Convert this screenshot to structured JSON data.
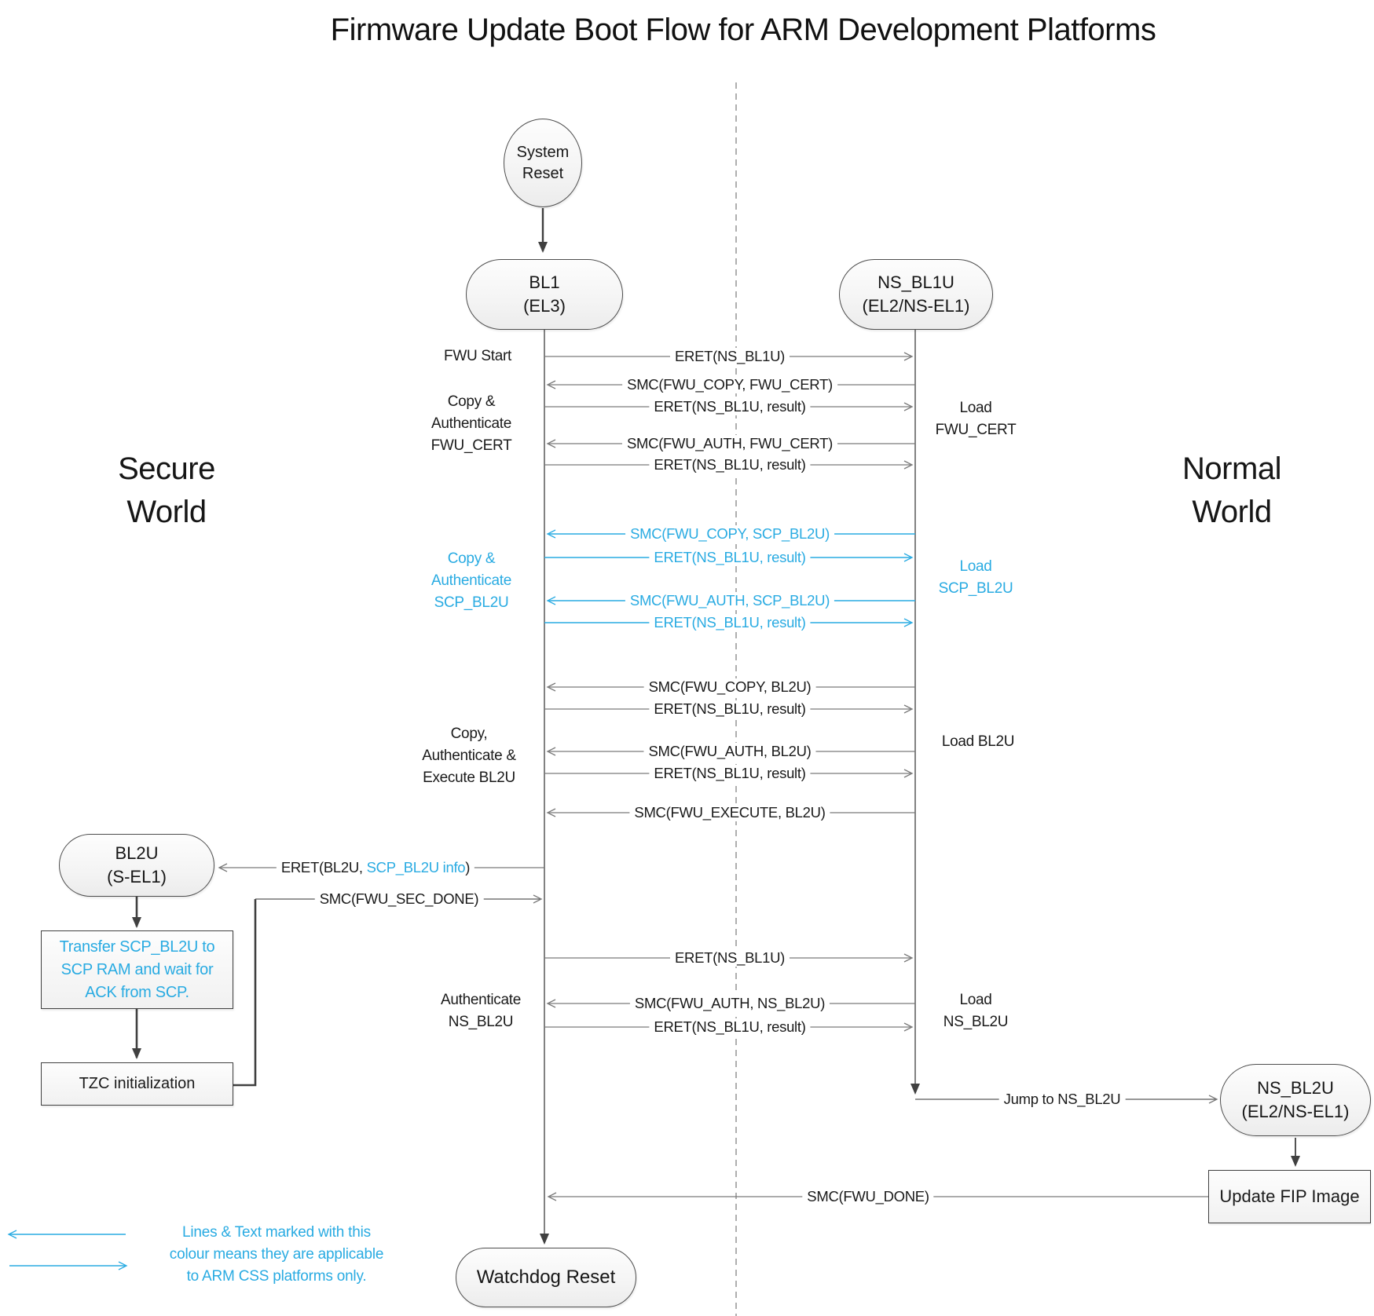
{
  "title": "Firmware Update Boot Flow for ARM Development Platforms",
  "worlds": {
    "secure_l1": "Secure",
    "secure_l2": "World",
    "normal_l1": "Normal",
    "normal_l2": "World"
  },
  "nodes": {
    "system_reset": {
      "line1": "System",
      "line2": "Reset"
    },
    "bl1": {
      "line1": "BL1",
      "line2": "(EL3)"
    },
    "ns_bl1u": {
      "line1": "NS_BL1U",
      "line2": "(EL2/NS-EL1)"
    },
    "bl2u": {
      "line1": "BL2U",
      "line2": "(S-EL1)"
    },
    "ns_bl2u": {
      "line1": "NS_BL2U",
      "line2": "(EL2/NS-EL1)"
    },
    "watchdog_reset": {
      "label": "Watchdog Reset"
    },
    "transfer_scp": {
      "l1": "Transfer SCP_BL2U to",
      "l2": "SCP RAM and wait for",
      "l3": "ACK from SCP."
    },
    "tzc_init": {
      "label": "TZC initialization"
    },
    "update_fip": {
      "label": "Update FIP Image"
    }
  },
  "messages": [
    {
      "label": "ERET(NS_BL1U)",
      "direction": "right",
      "arm_css_only": false
    },
    {
      "label": "SMC(FWU_COPY, FWU_CERT)",
      "direction": "left",
      "arm_css_only": false
    },
    {
      "label": "ERET(NS_BL1U, result)",
      "direction": "right",
      "arm_css_only": false
    },
    {
      "label": "SMC(FWU_AUTH, FWU_CERT)",
      "direction": "left",
      "arm_css_only": false
    },
    {
      "label": "ERET(NS_BL1U, result)",
      "direction": "right",
      "arm_css_only": false
    },
    {
      "label": "SMC(FWU_COPY, SCP_BL2U)",
      "direction": "left",
      "arm_css_only": true
    },
    {
      "label": "ERET(NS_BL1U, result)",
      "direction": "right",
      "arm_css_only": true
    },
    {
      "label": "SMC(FWU_AUTH, SCP_BL2U)",
      "direction": "left",
      "arm_css_only": true
    },
    {
      "label": "ERET(NS_BL1U, result)",
      "direction": "right",
      "arm_css_only": true
    },
    {
      "label": "SMC(FWU_COPY, BL2U)",
      "direction": "left",
      "arm_css_only": false
    },
    {
      "label": "ERET(NS_BL1U, result)",
      "direction": "right",
      "arm_css_only": false
    },
    {
      "label": "SMC(FWU_AUTH, BL2U)",
      "direction": "left",
      "arm_css_only": false
    },
    {
      "label": "ERET(NS_BL1U, result)",
      "direction": "right",
      "arm_css_only": false
    },
    {
      "label": "SMC(FWU_EXECUTE, BL2U)",
      "direction": "left",
      "arm_css_only": false
    },
    {
      "label": "ERET(NS_BL1U)",
      "direction": "right",
      "arm_css_only": false
    },
    {
      "label": "SMC(FWU_AUTH, NS_BL2U)",
      "direction": "left",
      "arm_css_only": false
    },
    {
      "label": "ERET(NS_BL1U, result)",
      "direction": "right",
      "arm_css_only": false
    }
  ],
  "side_labels": {
    "fwu_start": "FWU Start",
    "copy_auth_fwu_cert": {
      "l1": "Copy &",
      "l2": "Authenticate",
      "l3": "FWU_CERT"
    },
    "copy_auth_scp_bl2u": {
      "l1": "Copy &",
      "l2": "Authenticate",
      "l3": "SCP_BL2U"
    },
    "copy_auth_exec_bl2u": {
      "l1": "Copy,",
      "l2": "Authenticate &",
      "l3": "Execute BL2U"
    },
    "auth_ns_bl2u": {
      "l1": "Authenticate",
      "l2": "NS_BL2U"
    },
    "load_fwu_cert": {
      "l1": "Load",
      "l2": "FWU_CERT"
    },
    "load_scp_bl2u": {
      "l1": "Load",
      "l2": "SCP_BL2U"
    },
    "load_bl2u": "Load BL2U",
    "load_ns_bl2u": {
      "l1": "Load",
      "l2": "NS_BL2U"
    }
  },
  "flow_labels": {
    "eret_bl2u_pre": "ERET(BL2U, ",
    "eret_bl2u_blue": "SCP_BL2U info",
    "eret_bl2u_post": ")",
    "smc_fwu_sec_done": "SMC(FWU_SEC_DONE)",
    "jump_to_ns_bl2u": "Jump to NS_BL2U",
    "smc_fwu_done": "SMC(FWU_DONE)"
  },
  "legend": {
    "lines": [
      "Lines & Text marked with this",
      "colour means they are applicable",
      "to ARM CSS platforms only."
    ]
  },
  "colors": {
    "arm_css_blue": "#29ABE2",
    "line_gray": "#7a7a7a",
    "flow_dark": "#404040",
    "text": "#1a1a1a"
  }
}
